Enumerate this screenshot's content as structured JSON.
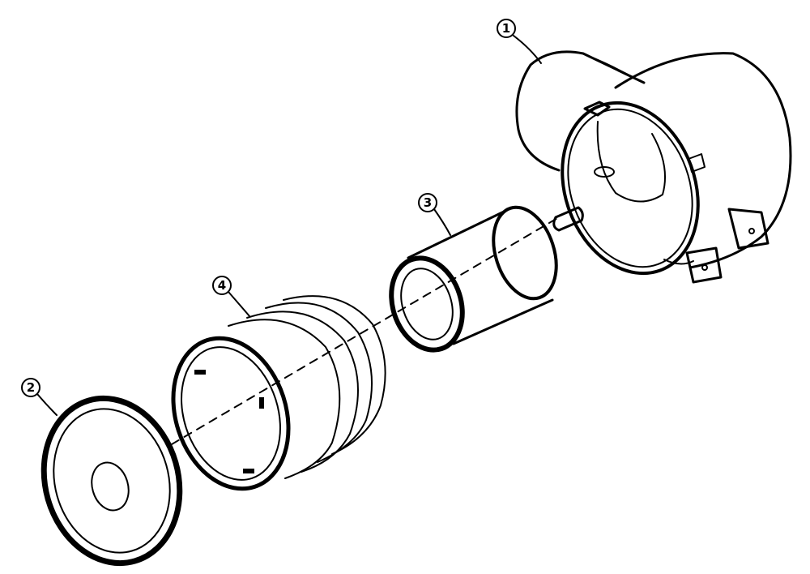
{
  "callouts": [
    {
      "id": "part-1",
      "label": "1"
    },
    {
      "id": "part-2",
      "label": "2"
    },
    {
      "id": "part-3",
      "label": "3"
    },
    {
      "id": "part-4",
      "label": "4"
    }
  ],
  "colors": {
    "line": "#000000",
    "background": "#ffffff"
  }
}
